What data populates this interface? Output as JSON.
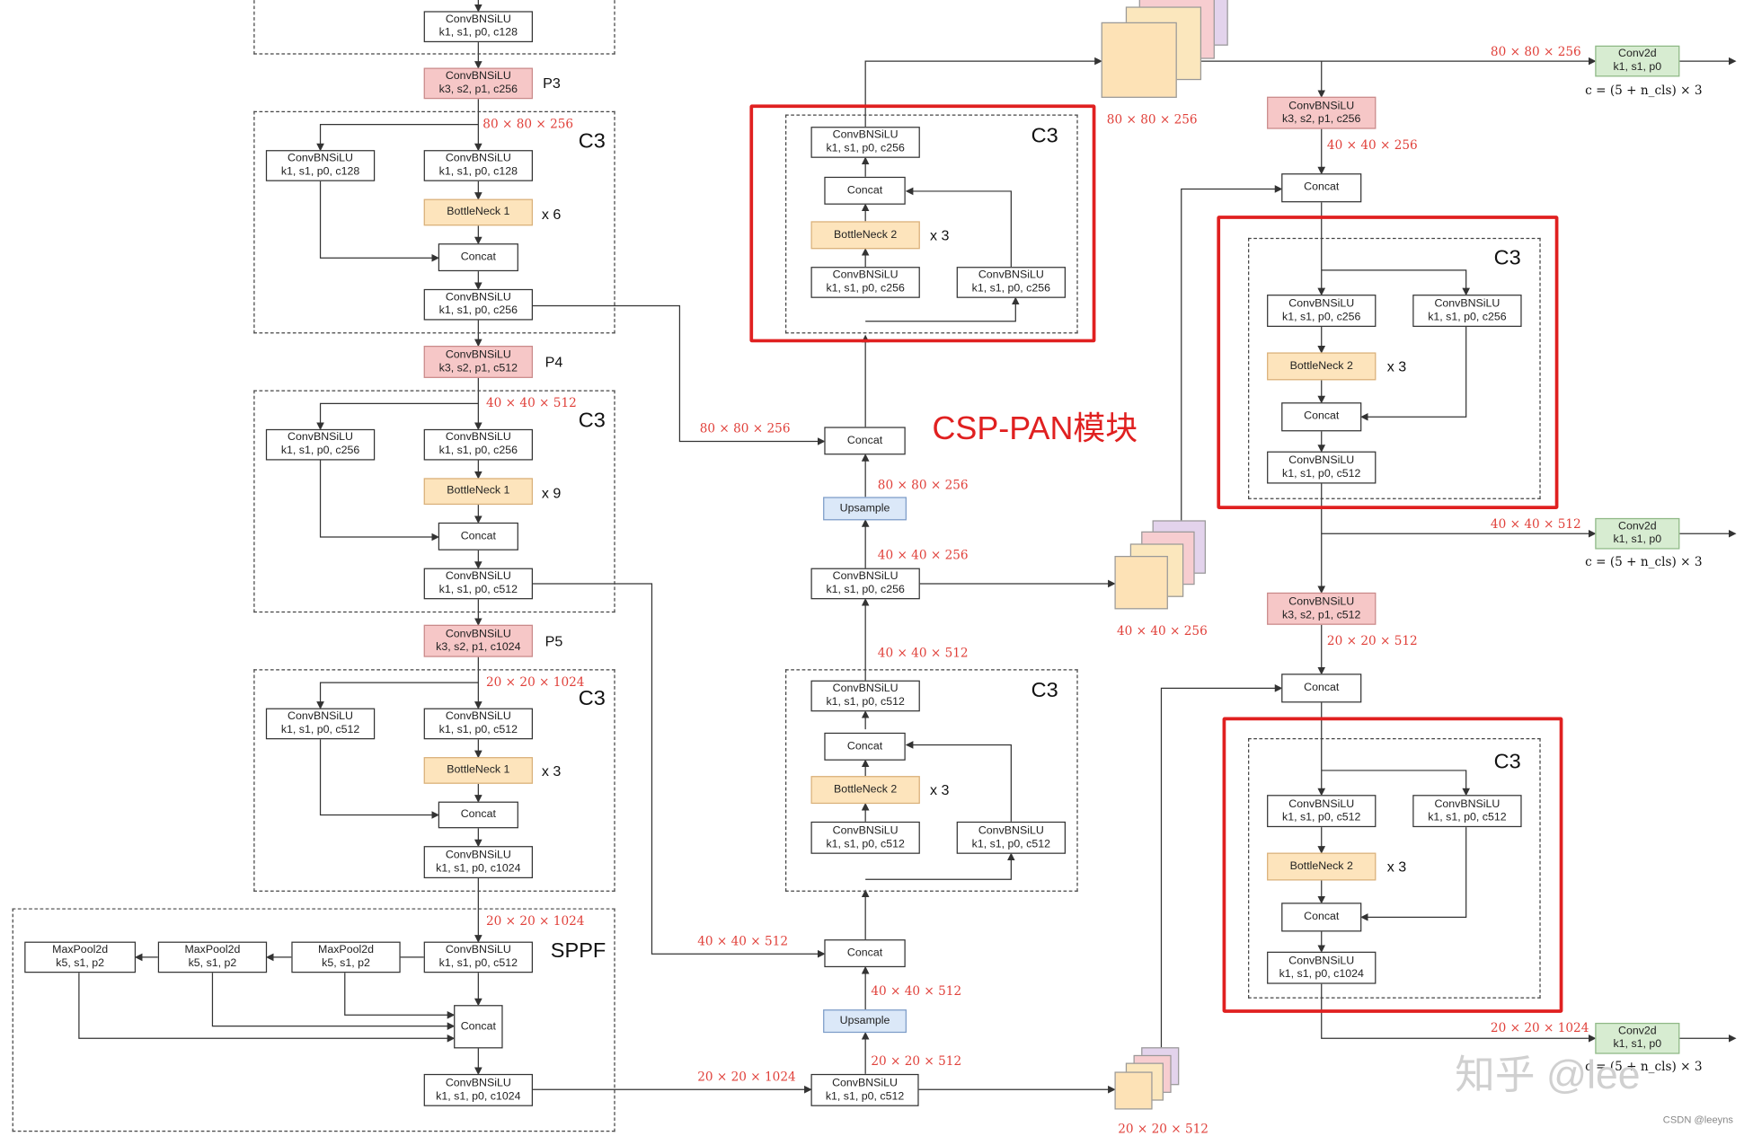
{
  "title": "CSP-PAN模块",
  "colors": {
    "accent_red": "#e02020",
    "dim_red": "#e0403a",
    "conv_red": "#f6c7c7",
    "bottleneck_orange": "#fde4bc",
    "upsample_blue": "#dbe8f8",
    "head_green": "#d7ecd1"
  },
  "b": {
    "b_top": [
      "ConvBNSiLU",
      "k1, s1, p0, c128"
    ],
    "b_p3": [
      "ConvBNSiLU",
      "k3, s2, p1, c256"
    ],
    "b_s1l": [
      "ConvBNSiLU",
      "k1, s1, p0, c128"
    ],
    "b_s1r": [
      "ConvBNSiLU",
      "k1, s1, p0, c128"
    ],
    "b_s1bn": [
      "BottleNeck 1"
    ],
    "b_s1cat": [
      "Concat"
    ],
    "b_s1out": [
      "ConvBNSiLU",
      "k1, s1, p0, c256"
    ],
    "b_p4": [
      "ConvBNSiLU",
      "k3, s2, p1, c512"
    ],
    "b_s2l": [
      "ConvBNSiLU",
      "k1, s1, p0, c256"
    ],
    "b_s2r": [
      "ConvBNSiLU",
      "k1, s1, p0, c256"
    ],
    "b_s2bn": [
      "BottleNeck 1"
    ],
    "b_s2cat": [
      "Concat"
    ],
    "b_s2out": [
      "ConvBNSiLU",
      "k1, s1, p0, c512"
    ],
    "b_p5": [
      "ConvBNSiLU",
      "k3, s2, p1, c1024"
    ],
    "b_s3l": [
      "ConvBNSiLU",
      "k1, s1, p0, c512"
    ],
    "b_s3r": [
      "ConvBNSiLU",
      "k1, s1, p0, c512"
    ],
    "b_s3bn": [
      "BottleNeck 1"
    ],
    "b_s3cat": [
      "Concat"
    ],
    "b_s3out": [
      "ConvBNSiLU",
      "k1, s1, p0, c1024"
    ],
    "b_spin": [
      "ConvBNSiLU",
      "k1, s1, p0, c512"
    ],
    "b_mp1": [
      "MaxPool2d",
      "k5, s1, p2"
    ],
    "b_mp2": [
      "MaxPool2d",
      "k5, s1, p2"
    ],
    "b_mp3": [
      "MaxPool2d",
      "k5, s1, p2"
    ],
    "b_spcat": [
      "Concat"
    ],
    "b_spout": [
      "ConvBNSiLU",
      "k1, s1, p0, c1024"
    ],
    "b_n1": [
      "ConvBNSiLU",
      "k1, s1, p0, c512"
    ],
    "b_up1": [
      "Upsample"
    ],
    "b_cat1": [
      "Concat"
    ],
    "b_mc1bl": [
      "ConvBNSiLU",
      "k1, s1, p0, c512"
    ],
    "b_mc1br": [
      "ConvBNSiLU",
      "k1, s1, p0, c512"
    ],
    "b_mc1bn": [
      "BottleNeck 2"
    ],
    "b_mc1cat": [
      "Concat"
    ],
    "b_mc1top": [
      "ConvBNSiLU",
      "k1, s1, p0, c512"
    ],
    "b_n2": [
      "ConvBNSiLU",
      "k1, s1, p0, c256"
    ],
    "b_up2": [
      "Upsample"
    ],
    "b_cat2": [
      "Concat"
    ],
    "b_mc2bl": [
      "ConvBNSiLU",
      "k1, s1, p0, c256"
    ],
    "b_mc2br": [
      "ConvBNSiLU",
      "k1, s1, p0, c256"
    ],
    "b_mc2bn": [
      "BottleNeck 2"
    ],
    "b_mc2cat": [
      "Concat"
    ],
    "b_mc2top": [
      "ConvBNSiLU",
      "k1, s1, p0, c256"
    ],
    "b_h1": [
      "Conv2d",
      "k1, s1, p0"
    ],
    "b_d1": [
      "ConvBNSiLU",
      "k3, s2, p1, c256"
    ],
    "b_rcat1": [
      "Concat"
    ],
    "b_rc1l": [
      "ConvBNSiLU",
      "k1, s1, p0, c256"
    ],
    "b_rc1r": [
      "ConvBNSiLU",
      "k1, s1, p0, c256"
    ],
    "b_rc1bn": [
      "BottleNeck 2"
    ],
    "b_rc1cat": [
      "Concat"
    ],
    "b_rc1out": [
      "ConvBNSiLU",
      "k1, s1, p0, c512"
    ],
    "b_h2": [
      "Conv2d",
      "k1, s1, p0"
    ],
    "b_d2": [
      "ConvBNSiLU",
      "k3, s2, p1, c512"
    ],
    "b_rcat2": [
      "Concat"
    ],
    "b_rc2l": [
      "ConvBNSiLU",
      "k1, s1, p0, c512"
    ],
    "b_rc2r": [
      "ConvBNSiLU",
      "k1, s1, p0, c512"
    ],
    "b_rc2bn": [
      "BottleNeck 2"
    ],
    "b_rc2cat": [
      "Concat"
    ],
    "b_rc2out": [
      "ConvBNSiLU",
      "k1, s1, p0, c1024"
    ],
    "b_h3": [
      "Conv2d",
      "k1, s1, p0"
    ]
  },
  "t": {
    "t_P3": "P3",
    "t_P4": "P4",
    "t_P5": "P5",
    "t_c3_s1": "C3",
    "t_c3_s2": "C3",
    "t_c3_s3": "C3",
    "t_x6": "x 6",
    "t_x9": "x 9",
    "t_x3a": "x 3",
    "t_sppf": "SPPF",
    "t_c3_mc1": "C3",
    "t_c3_mc2": "C3",
    "t_c3_rc1": "C3",
    "t_c3_rc2": "C3",
    "t_x3b": "x 3",
    "t_x3c": "x 3",
    "t_x3d": "x 3",
    "t_x3e": "x 3",
    "t_d80a": "80 × 80 × 256",
    "t_d40a": "40 × 40 × 512",
    "t_d20a": "20 × 20 × 1024",
    "t_d20b": "20 × 20 × 1024",
    "t_d80b": "80 × 80 × 256",
    "t_d40b": "40 × 40 × 512",
    "t_d20c": "20 × 20 × 1024",
    "t_d20d": "20 × 20 × 512",
    "t_d40c": "40 × 40 × 512",
    "t_d40d": "40 × 40 × 512",
    "t_d40e": "40 × 40 × 256",
    "t_d80c": "80 × 80 × 256",
    "t_d80d": "80 × 80 × 256",
    "t_d80e": "80 × 80 × 256",
    "t_d40f": "40 × 40 × 256",
    "t_d40g": "40 × 40 × 512",
    "t_d20e": "20 × 20 × 512",
    "t_d20f": "20 × 20 × 1024",
    "t_d40h": "40 × 40 × 256",
    "t_d20g": "20 × 20 × 512",
    "t_f1": "c = (5 + n_cls) × 3",
    "t_f2": "c = (5 + n_cls) × 3",
    "t_f3": "c = (5 + n_cls) × 3",
    "t_big": "CSP-PAN模块",
    "t_wm": "知乎 @lee",
    "t_csdn": "CSDN @leeyns"
  }
}
